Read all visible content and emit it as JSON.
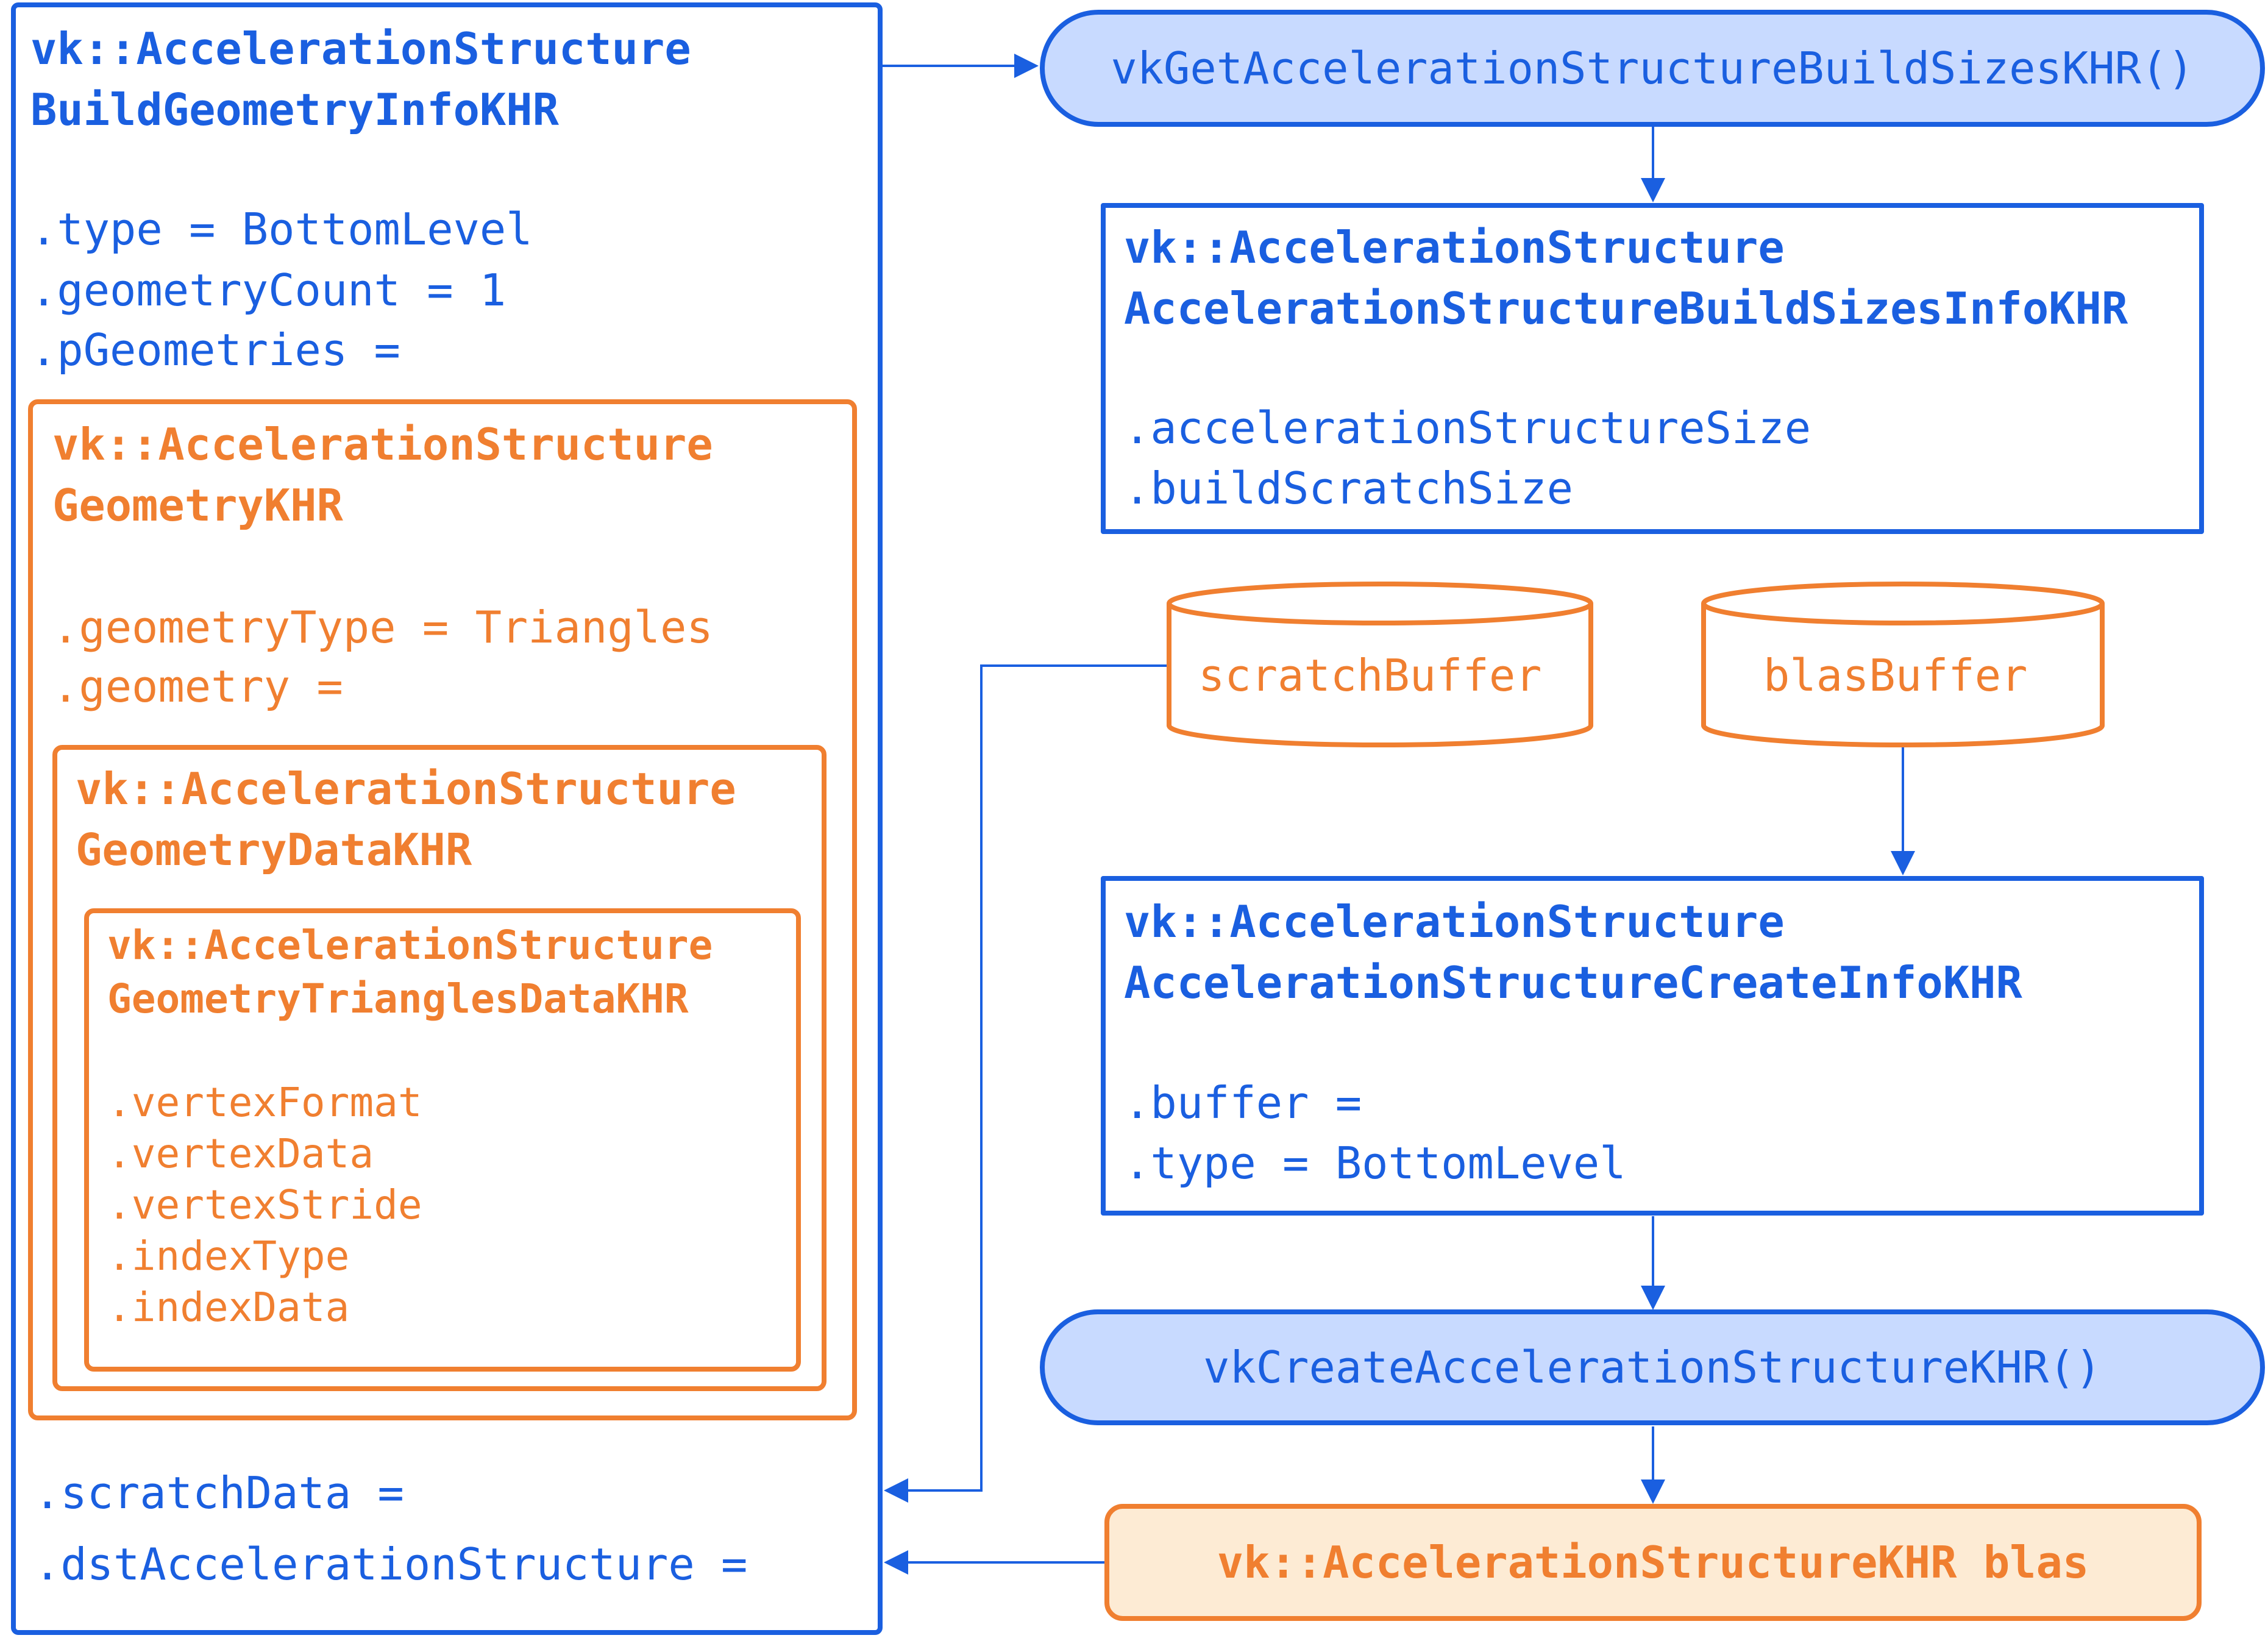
{
  "build_info": {
    "title_1": "vk::AccelerationStructure",
    "title_2": "BuildGeometryInfoKHR",
    "field_type": ".type = BottomLevel",
    "field_geometry_count": ".geometryCount = 1",
    "field_pgeometries": ".pGeometries =",
    "field_scratch_data": ".scratchData =",
    "field_dst": ".dstAccelerationStructure ="
  },
  "geometry": {
    "title_1": "vk::AccelerationStructure",
    "title_2": "GeometryKHR",
    "field_type": ".geometryType = Triangles",
    "field_geometry": ".geometry ="
  },
  "geometry_data": {
    "title_1": "vk::AccelerationStructure",
    "title_2": "GeometryDataKHR"
  },
  "triangles_data": {
    "title_1": "vk::AccelerationStructure",
    "title_2": "GeometryTrianglesDataKHR",
    "fields": [
      ".vertexFormat",
      ".vertexData",
      ".vertexStride",
      ".indexType",
      ".indexData"
    ]
  },
  "get_sizes_call": {
    "label": "vkGetAccelerationStructureBuildSizesKHR()"
  },
  "sizes_info": {
    "title_1": "vk::AccelerationStructure",
    "title_2": "AccelerationStructureBuildSizesInfoKHR",
    "field_1": ".accelerationStructureSize",
    "field_2": ".buildScratchSize"
  },
  "buffers": {
    "scratch": "scratchBuffer",
    "blas": "blasBuffer"
  },
  "create_info": {
    "title_1": "vk::AccelerationStructure",
    "title_2": "AccelerationStructureCreateInfoKHR",
    "field_buffer": ".buffer =",
    "field_type": ".type = BottomLevel"
  },
  "create_call": {
    "label": "vkCreateAccelerationStructureKHR()"
  },
  "result": {
    "label": "vk::AccelerationStructureKHR blas"
  },
  "colors": {
    "blue": "#1a5fe0",
    "orange": "#f07f30",
    "pill_fill": "#c8daff",
    "result_fill": "#fdebd4"
  }
}
